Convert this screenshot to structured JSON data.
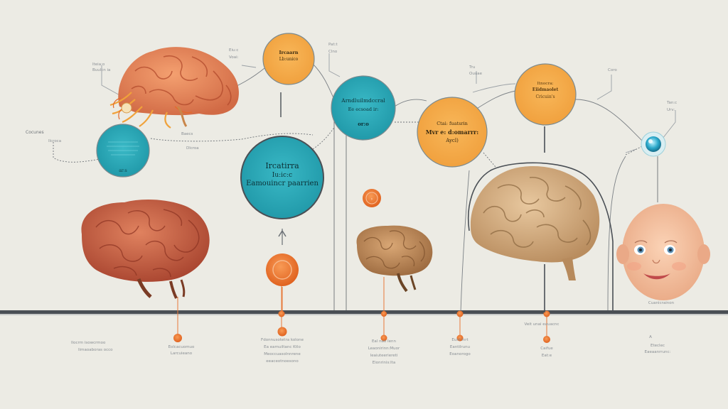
{
  "colors": {
    "background": "#ecebe4",
    "timeline": "#4a4f55",
    "teal": "#2aa7b5",
    "orange": "#f4a94a",
    "accent_orange": "#ea6a2b",
    "brain_red": "#c8583d",
    "brain_tan": "#c9a47b"
  },
  "icons": [
    "brain-illustration",
    "brain-with-nerves",
    "baby-face",
    "blue-orb"
  ],
  "bubbles": {
    "teal_large": {
      "line1": "Ircatirra",
      "line2": "Iu:ic:c",
      "line3": "Eamouincr paarrien"
    },
    "teal_small": {
      "line1": "ar:s"
    },
    "teal_mid": {
      "line1": "Arndluilmdccral",
      "line2": "Ee ecsoad ir:",
      "line3": "or:o"
    },
    "orange_top": {
      "line1": "Ircaarn",
      "line2": "Lb:unico"
    },
    "orange_mid": {
      "line1": "Ctai: fuatsrin",
      "line2": "Mvr e: d:omarrr:",
      "line3": "Aycl)"
    },
    "orange_right": {
      "line1": "Itnocra:",
      "line2": "Eiidmaolet",
      "line3": "Cricuin's"
    }
  },
  "callouts": {
    "c1": "Iteia:o",
    "c2": "Buulcn ia",
    "c3": "Cocunes",
    "c4": "Ilcroca",
    "c5": "Baecs",
    "c6": "Dlcroa",
    "c7": "Eiu:c",
    "c8": "Voai:",
    "c9": "Pat:t",
    "c10": "Clno",
    "c11": "Tru",
    "c12": "Ouuae",
    "c13": "Coro",
    "c14": "Tan:c",
    "c15": "Urv:"
  },
  "captions": {
    "cap0": {
      "lines": [
        "Ilocrm isowcrmoo",
        "Iimaoaboras occo"
      ]
    },
    "cap1": {
      "lines": [
        "Eolcacuomuo",
        "Larcuieano"
      ]
    },
    "cap2": {
      "lines": [
        "Fdonnusotetra kolone",
        "Ea  eamuiltanc  Ktlo",
        "Meoccuasolnnrene",
        "eeaceotnoesono"
      ]
    },
    "cap3": {
      "lines": [
        "Eal  nao Ienn",
        "Leaonirinn:Muor",
        "leaiuteeriereti",
        "Eionrinis:lta"
      ]
    },
    "cap4": {
      "lines": [
        "Eunl Inrt",
        "Eantilrunu",
        "Eoanorogo"
      ]
    },
    "cap5": {
      "lines": [
        "Veit  unai  eauacnc",
        "Caifue",
        "Eat:e"
      ]
    },
    "cap6": {
      "lines": [
        "Cuanicrainon",
        "A",
        "Eteclec",
        "Eaeaanrrunc:"
      ]
    }
  }
}
